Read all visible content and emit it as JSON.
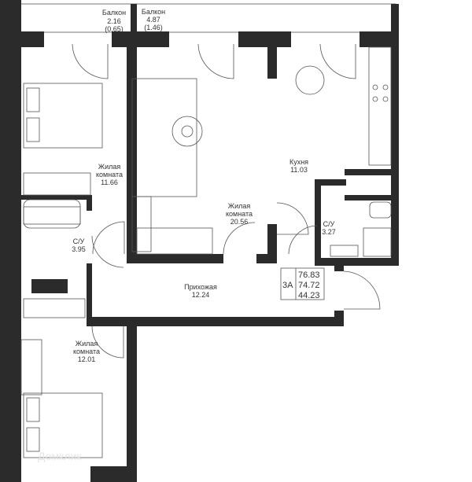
{
  "rooms": [
    {
      "name": "Балкон",
      "area": "2.16",
      "extra": "(0.65)"
    },
    {
      "name": "Балкон",
      "area": "4.87",
      "extra": "(1.46)"
    },
    {
      "name_line1": "Жилая",
      "name_line2": "комната",
      "area": "11.66"
    },
    {
      "name_line1": "Жилая",
      "name_line2": "комната",
      "area": "20.56"
    },
    {
      "name": "Кухня",
      "area": "11.03"
    },
    {
      "name": "С/У",
      "area": "3.27"
    },
    {
      "name": "С/У",
      "area": "3.95"
    },
    {
      "name": "Прихожая",
      "area": "12.24"
    },
    {
      "name_line1": "Жилая",
      "name_line2": "комната",
      "area": "12.01"
    }
  ],
  "summary": {
    "type": "3А",
    "total_area": "76.83",
    "area_2": "74.72",
    "living_area": "44.23"
  },
  "watermark": "Домклик",
  "colors": {
    "wall": "#2b2b2b",
    "line": "#555555"
  }
}
